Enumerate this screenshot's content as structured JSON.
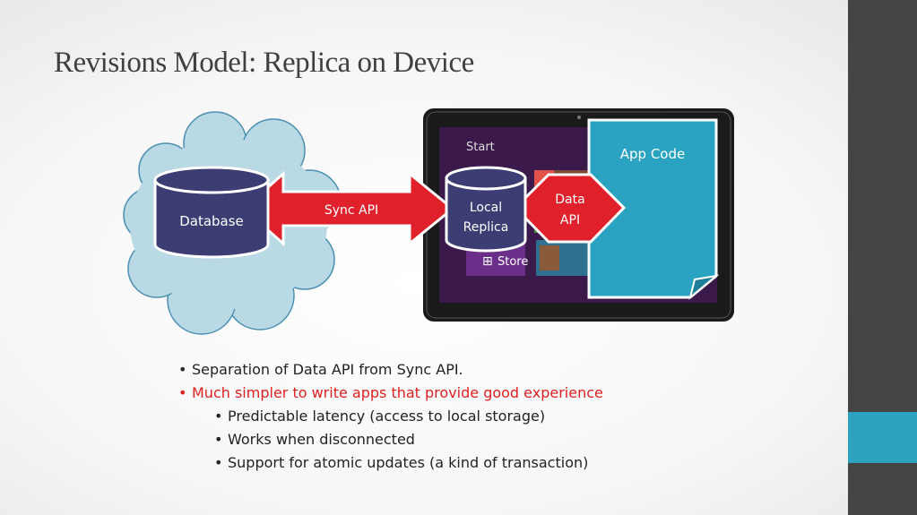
{
  "title": "Revisions Model: Replica on Device",
  "diagram": {
    "database_label": "Database",
    "sync_api_label": "Sync API",
    "local_replica_line1": "Local",
    "local_replica_line2": "Replica",
    "data_api_line1": "Data",
    "data_api_line2": "API",
    "app_code_label": "App Code",
    "tablet_start_label": "Start",
    "tablet_store_label": "Store"
  },
  "bullets": [
    {
      "text": "Separation of Data API from Sync API.",
      "level": 1,
      "color": "#222222"
    },
    {
      "text": "Much simpler to write apps that provide good experience",
      "level": 1,
      "color": "#e01f1f"
    },
    {
      "text": "Predictable latency (access to local storage)",
      "level": 2,
      "color": "#222222"
    },
    {
      "text": "Works when disconnected",
      "level": 2,
      "color": "#222222"
    },
    {
      "text": "Support for atomic updates (a kind of transaction)",
      "level": 2,
      "color": "#222222"
    }
  ],
  "colors": {
    "sidebar": "#444444",
    "sidebar_accent": "#2ea3c0",
    "cloud_fill": "#b9d9e5",
    "cylinder_fill": "#3b3d73",
    "arrow_red": "#e0202a",
    "app_code_fill": "#2aa3c2",
    "tablet_screen": "#3b1a4b"
  }
}
